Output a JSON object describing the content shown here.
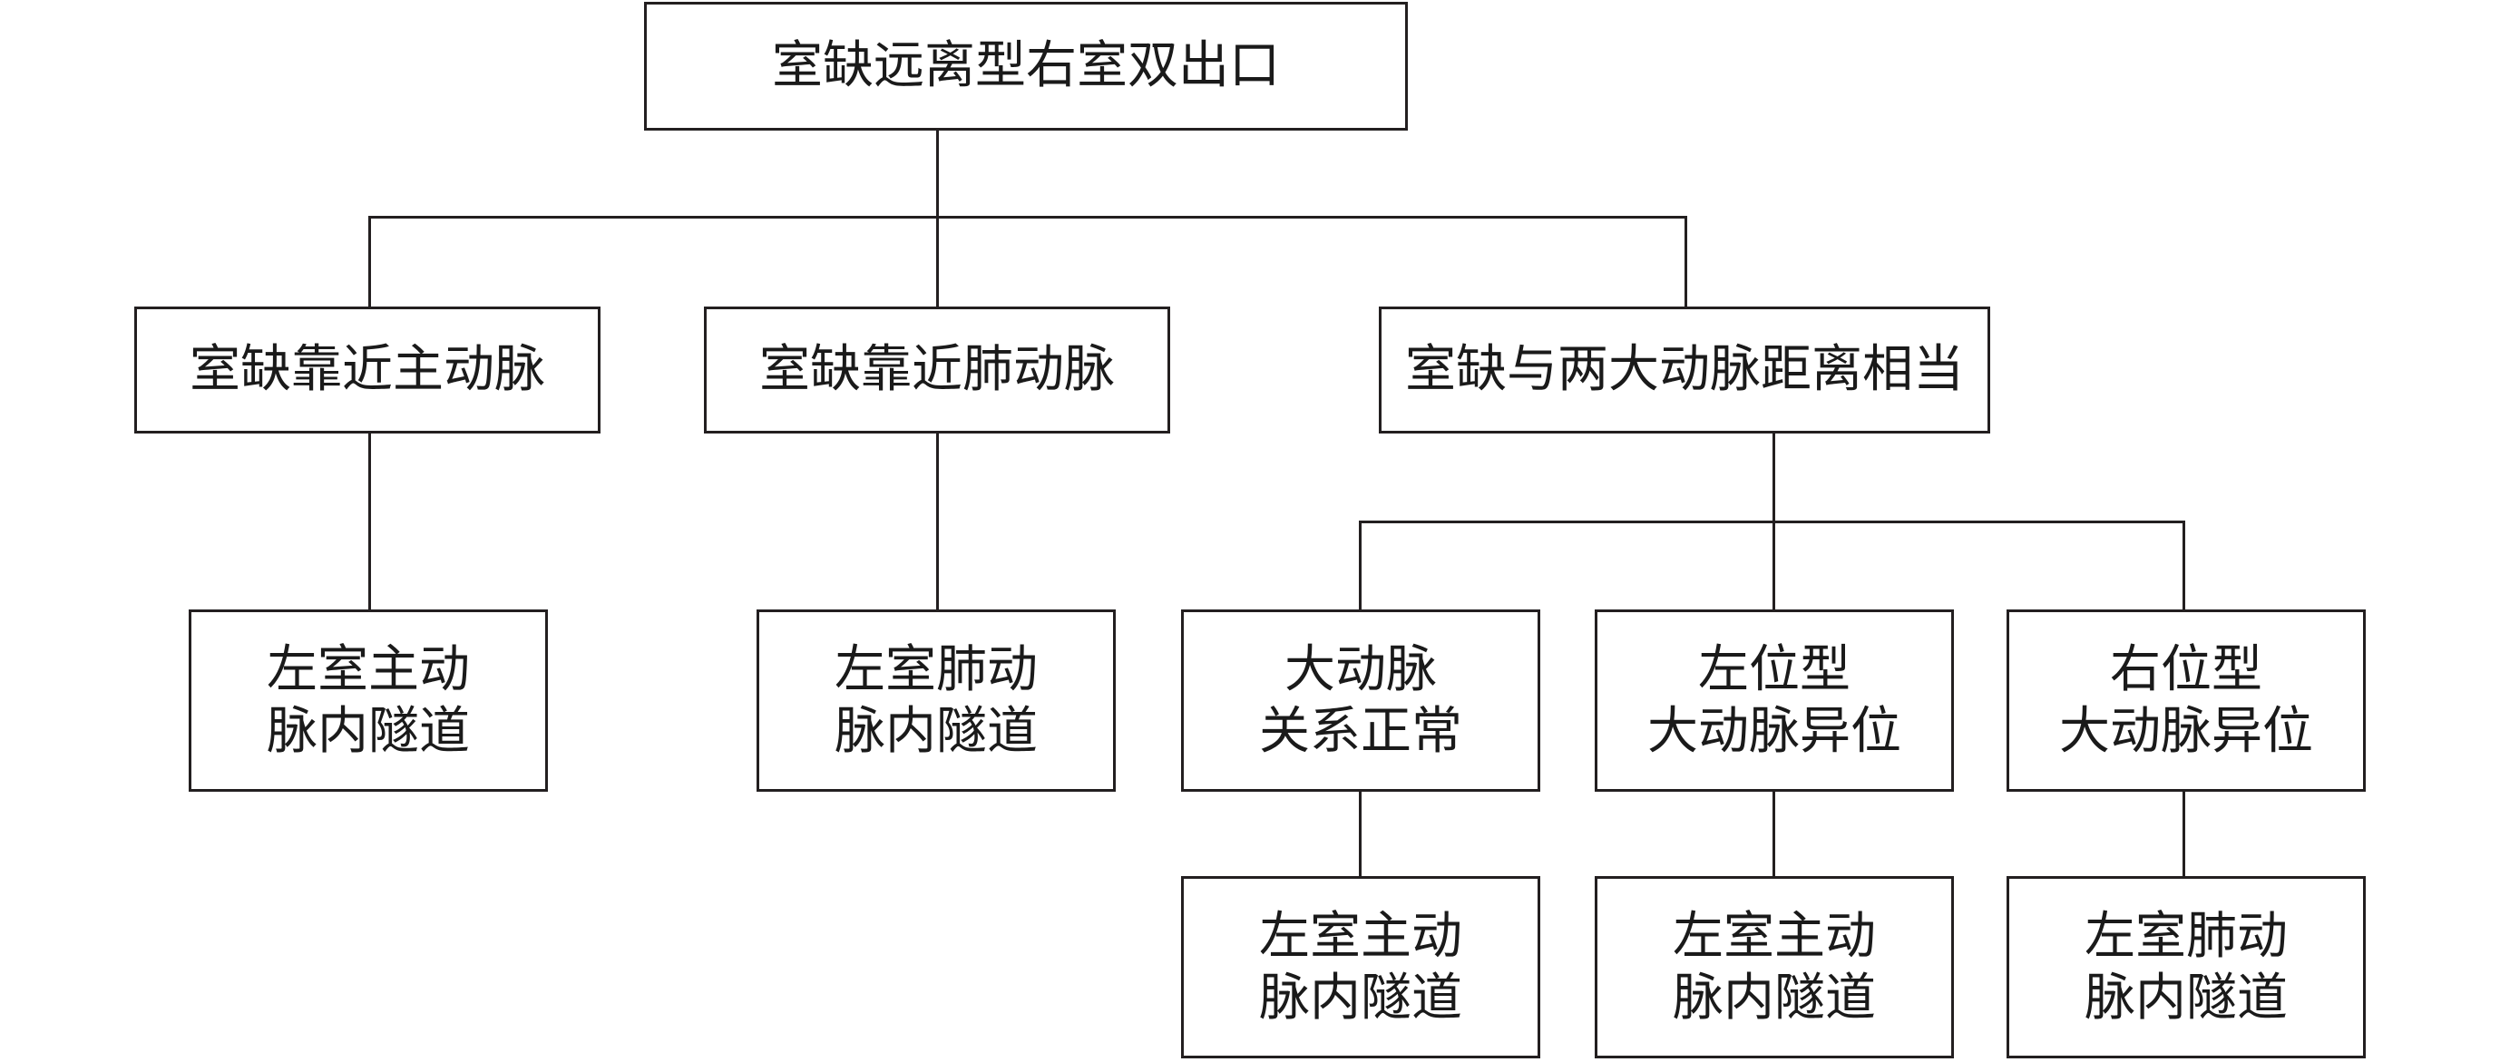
{
  "diagram": {
    "root": {
      "label": "室缺远离型右室双出口"
    },
    "level1": [
      {
        "label": "室缺靠近主动脉"
      },
      {
        "label": "室缺靠近肺动脉"
      },
      {
        "label": "室缺与两大动脉距离相当"
      }
    ],
    "level2": [
      {
        "line1": "左室主动",
        "line2": "脉内隧道"
      },
      {
        "line1": "左室肺动",
        "line2": "脉内隧道"
      },
      {
        "line1": "大动脉",
        "line2": "关系正常"
      },
      {
        "line1": "左位型",
        "line2": "大动脉异位"
      },
      {
        "line1": "右位型",
        "line2": "大动脉异位"
      }
    ],
    "level3": [
      {
        "line1": "左室主动",
        "line2": "脉内隧道"
      },
      {
        "line1": "左室主动",
        "line2": "脉内隧道"
      },
      {
        "line1": "左室肺动",
        "line2": "脉内隧道"
      }
    ],
    "colors": {
      "line": "#231f20",
      "box_fill": "#ffffff",
      "text": "#1a1a1a"
    }
  }
}
